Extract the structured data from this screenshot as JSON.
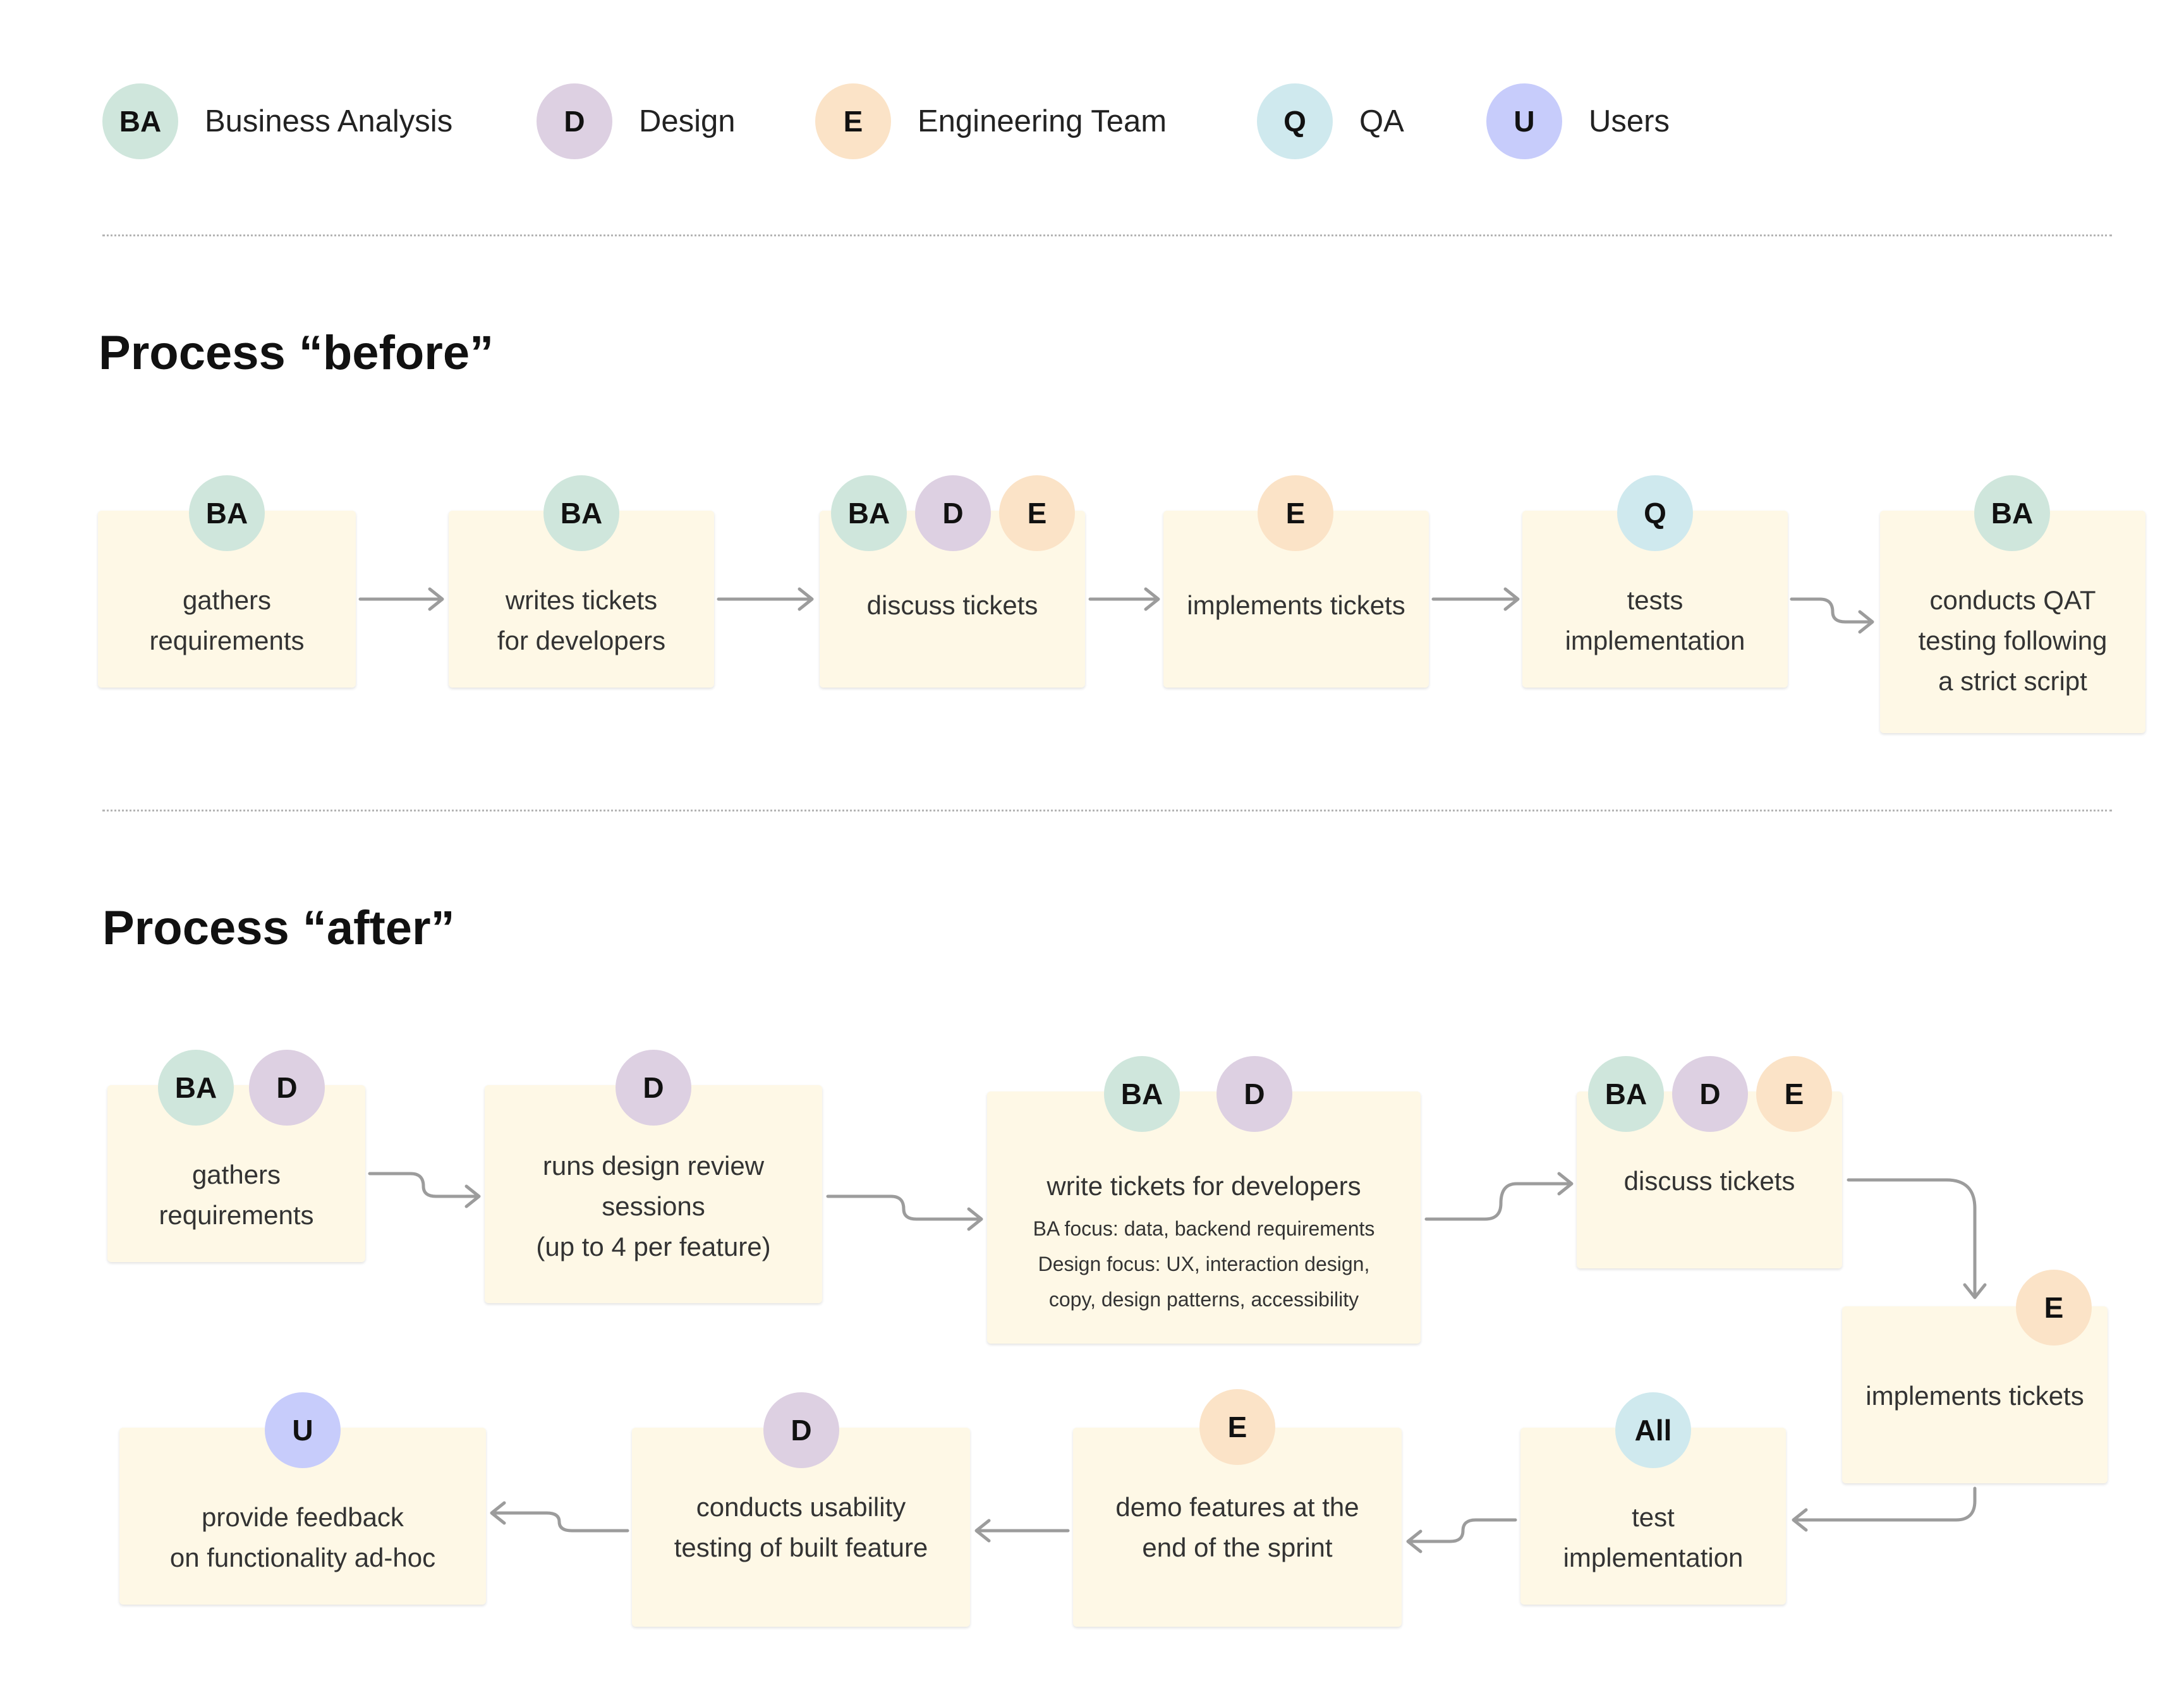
{
  "legend": [
    {
      "initials": "BA",
      "label": "Business Analysis"
    },
    {
      "initials": "D",
      "label": "Design"
    },
    {
      "initials": "E",
      "label": "Engineering Team"
    },
    {
      "initials": "Q",
      "label": "QA"
    },
    {
      "initials": "U",
      "label": "Users"
    }
  ],
  "before": {
    "title": "Process “before”",
    "steps": [
      {
        "roles": [
          "BA"
        ],
        "text": "gathers\nrequirements"
      },
      {
        "roles": [
          "BA"
        ],
        "text": "writes tickets\nfor developers"
      },
      {
        "roles": [
          "BA",
          "D",
          "E"
        ],
        "text": "discuss tickets"
      },
      {
        "roles": [
          "E"
        ],
        "text": "implements tickets"
      },
      {
        "roles": [
          "Q"
        ],
        "text": "tests\nimplementation"
      },
      {
        "roles": [
          "BA"
        ],
        "text": "conducts QAT\ntesting following\na strict script"
      }
    ]
  },
  "after": {
    "title": "Process “after”",
    "steps": [
      {
        "roles": [
          "BA",
          "D"
        ],
        "text": "gathers\nrequirements"
      },
      {
        "roles": [
          "D"
        ],
        "text": "runs design review\nsessions\n(up to 4 per feature)"
      },
      {
        "roles": [
          "BA",
          "D"
        ],
        "text": "write tickets for developers",
        "detail": "BA focus: data, backend requirements\nDesign focus: UX, interaction design,\ncopy, design patterns, accessibility"
      },
      {
        "roles": [
          "BA",
          "D",
          "E"
        ],
        "text": "discuss tickets"
      },
      {
        "roles": [
          "E"
        ],
        "text": "implements tickets"
      },
      {
        "roles": [
          "All"
        ],
        "text": "test\nimplementation"
      },
      {
        "roles": [
          "E"
        ],
        "text": "demo features at the\nend of the sprint"
      },
      {
        "roles": [
          "D"
        ],
        "text": "conducts usability\ntesting of built feature"
      },
      {
        "roles": [
          "U"
        ],
        "text": "provide feedback\non functionality ad-hoc"
      }
    ]
  },
  "role_colors": {
    "BA": "#cfe6dc",
    "D": "#ddd0e2",
    "E": "#fbe3c7",
    "Q": "#cfe9ee",
    "U": "#c7ccfb",
    "All": "#cfe9ee"
  },
  "card_color": "#fef8e6",
  "connector_color": "#9c9c9c"
}
